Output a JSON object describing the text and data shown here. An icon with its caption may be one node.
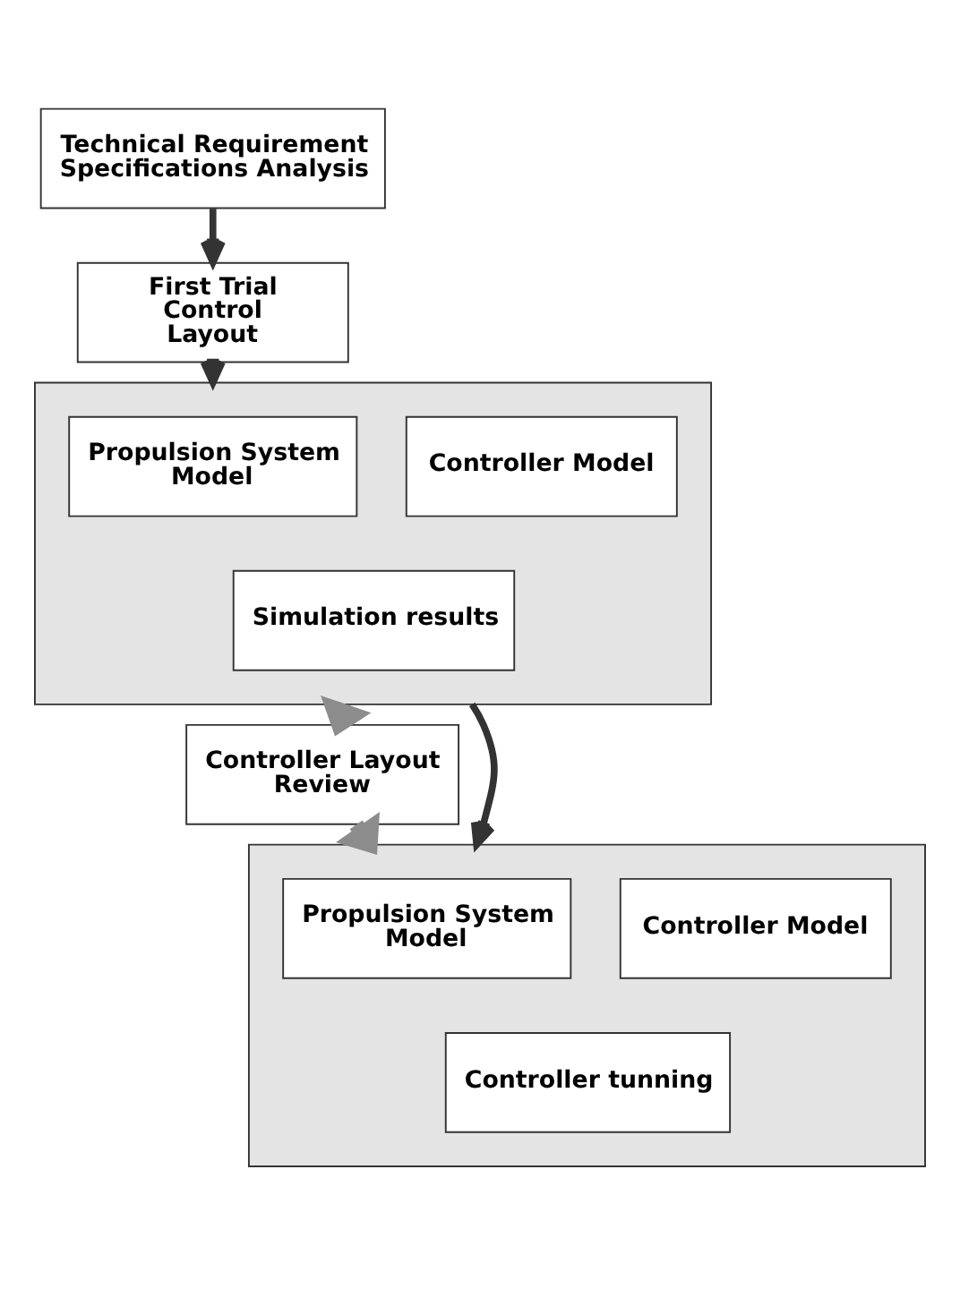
{
  "diagram": {
    "nodes": [
      {
        "text": [
          "Technical Requirement Specifications Analysis"
        ]
      },
      {
        "text": [
          "First Trial Control Layout"
        ]
      },
      {
        "text": [],
        "shape": "box"
      },
      {
        "text": [
          "Propulsion System Model"
        ],
        "in": 2
      },
      {
        "text": [
          "Controller Model"
        ],
        "in": 2
      },
      {
        "text": [
          "Simulation results"
        ],
        "in": 2
      },
      {
        "text": [
          "Controller Layout Review"
        ]
      },
      {
        "text": [],
        "shape": "box"
      },
      {
        "text": [
          "Propulsion System Model"
        ],
        "in": 7
      },
      {
        "text": [
          "Controller Model"
        ],
        "in": 7
      },
      {
        "text": [
          "Controller tunning"
        ],
        "in": 7
      }
    ],
    "edges": [
      {
        "from": 0,
        "to": 1,
        "arrow": "to"
      },
      {
        "from": 1,
        "to": 2,
        "arrow": "to"
      },
      {
        "from": 2,
        "to": 6,
        "arrow": "to",
        "style": "thick",
        "color": "#8c8c8c"
      },
      {
        "from": 2,
        "to": 7,
        "arrow": "to"
      },
      {
        "from": 6,
        "to": 7,
        "arrow": "to",
        "style": "thick",
        "color": "#8c8c8c"
      }
    ]
  }
}
